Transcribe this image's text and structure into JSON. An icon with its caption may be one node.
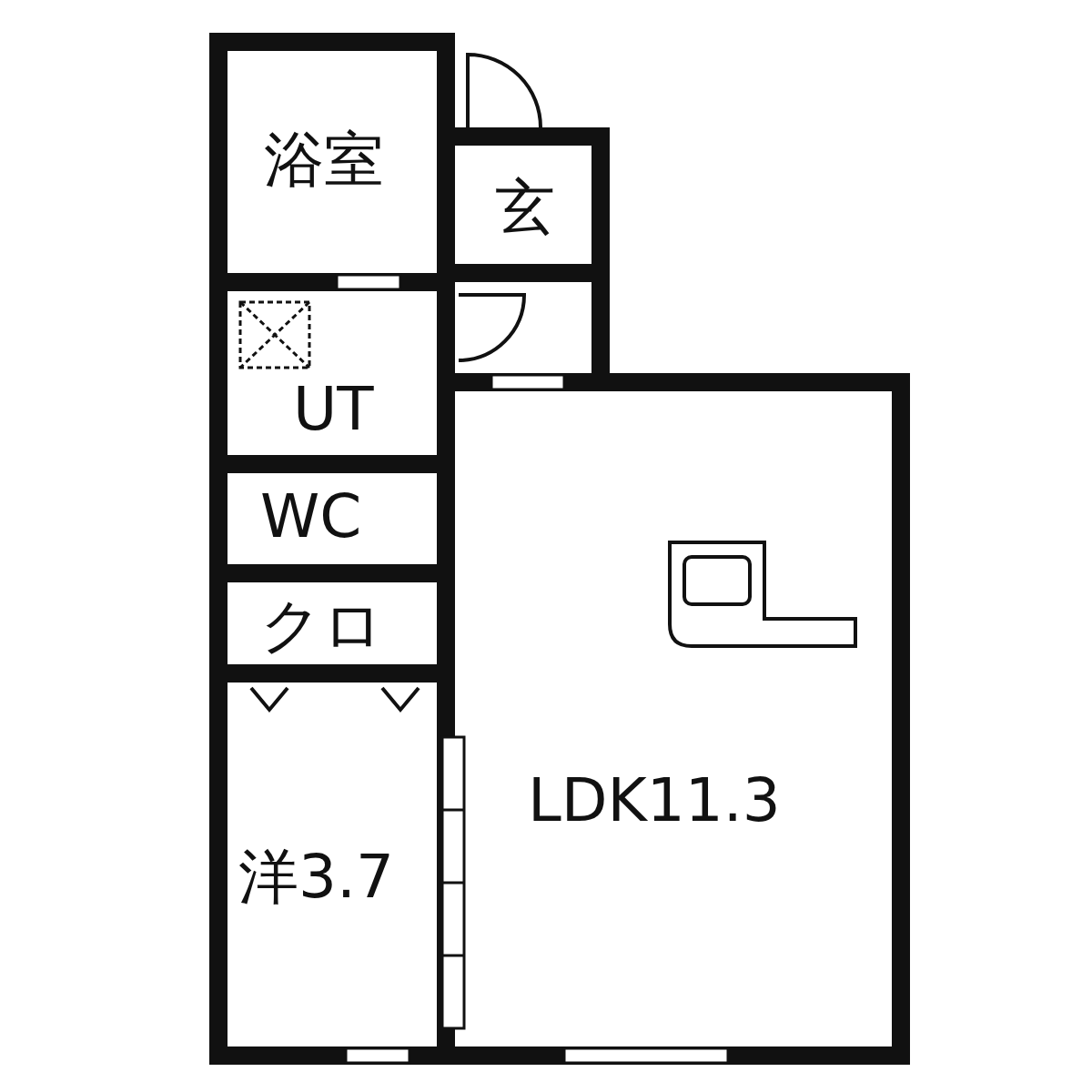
{
  "diagram": {
    "nodes": [
      {
        "text": [
          "浴室"
        ]
      },
      {
        "text": [
          "玄"
        ]
      },
      {
        "text": [
          "UT"
        ]
      },
      {
        "text": [
          "WC"
        ]
      },
      {
        "text": [
          "クロ"
        ]
      },
      {
        "text": [
          "洋3.7"
        ]
      },
      {
        "text": [
          "LDK11.3"
        ]
      }
    ]
  }
}
